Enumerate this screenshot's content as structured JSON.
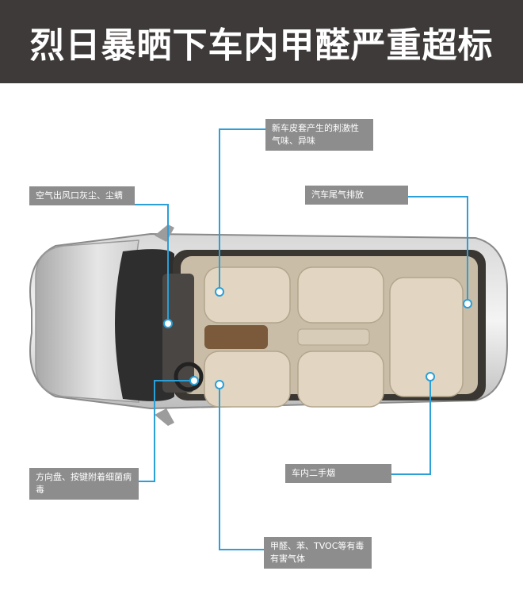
{
  "header": {
    "title": "烈日暴晒下车内甲醛严重超标"
  },
  "labels": {
    "leather_odor": "新车皮套产生的刺激性气味、异味",
    "ac_vent": "空气出风口灰尘、尘螨",
    "exhaust": "汽车尾气排放",
    "steering": "方向盘、按键附着细菌病毒",
    "smoke": "车内二手烟",
    "formaldehyde": "甲醛、苯、TVOC等有毒有害气体"
  },
  "colors": {
    "header_bg": "#3e3a39",
    "label_bg": "#8d8d8d",
    "leader_line": "#2a9fd8",
    "dot": "#ffffff"
  }
}
